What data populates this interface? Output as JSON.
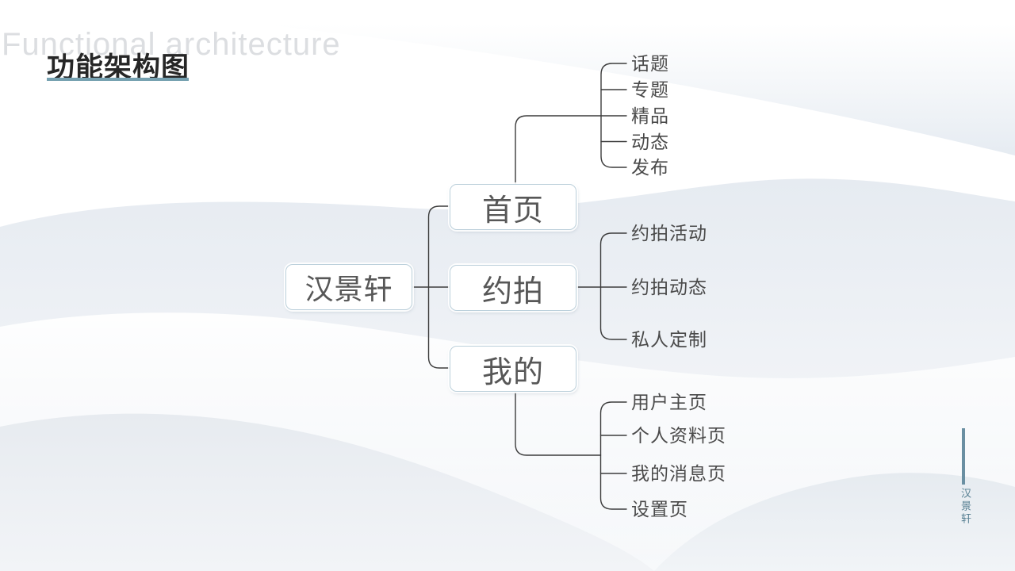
{
  "slide": {
    "watermark": "Functional architecture",
    "title": "功能架构图"
  },
  "tree": {
    "root": {
      "label": "汉景轩"
    },
    "branches": [
      {
        "label": "首页",
        "children": [
          "话题",
          "专题",
          "精品",
          "动态",
          "发布"
        ]
      },
      {
        "label": "约拍",
        "children": [
          "约拍活动",
          "约拍动态",
          "私人定制"
        ]
      },
      {
        "label": "我的",
        "children": [
          "用户主页",
          "个人资料页",
          "我的消息页",
          "设置页"
        ]
      }
    ]
  },
  "side_mark": {
    "text": "汉景轩"
  },
  "colors": {
    "title_text": "#262626",
    "watermark_text": "#dcdee1",
    "accent_underline": "#76a1b1",
    "connector_line": "#3c3c3c",
    "box_border": "#bcd0db",
    "box_text": "#575757",
    "leaf_text": "#4a4a4a",
    "side_line": "#6a8fa2",
    "side_text": "#567f92"
  }
}
